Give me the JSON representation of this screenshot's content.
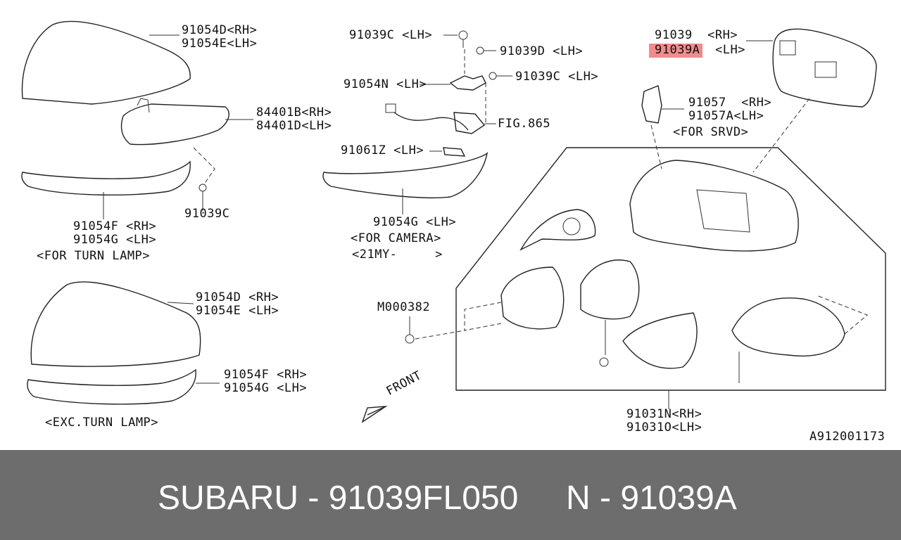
{
  "labels": {
    "l1": "91054D<RH>",
    "l2": "91054E<LH>",
    "l3": "84401B<RH>",
    "l4": "84401D<LH>",
    "l5": "91054F <RH>",
    "l6": "91054G <LH>",
    "l7": "<FOR TURN LAMP>",
    "l8": "91039C",
    "l9": "91054D <RH>",
    "l10": "91054E <LH>",
    "l11": "91054F <RH>",
    "l12": "91054G <LH>",
    "l13": "<EXC.TURN LAMP>",
    "l14": "91039C <LH>",
    "l15": "91039D <LH>",
    "l16": "91054N <LH>",
    "l17": "91039C <LH>",
    "l18": "FIG.865",
    "l19": "91061Z <LH>",
    "l20": "91054G <LH>",
    "l21": "<FOR CAMERA>",
    "l22": "<21MY-     >",
    "l23": "M000382",
    "l24": "FRONT",
    "l25": "91039  <RH>",
    "l26": "91039A",
    "l26b": "<LH>",
    "l27": "91057  <RH>",
    "l28": "91057A<LH>",
    "l29": "<FOR SRVD>",
    "l30": "91031N<RH>",
    "l31": "91031O<LH>",
    "l32": "A912001173"
  },
  "footer": {
    "left": "SUBARU - 91039FL050",
    "right": "N - 91039A"
  },
  "colors": {
    "highlight": "#f08c8c",
    "footer_bg": "#6d6d6d",
    "footer_text": "#ffffff"
  }
}
